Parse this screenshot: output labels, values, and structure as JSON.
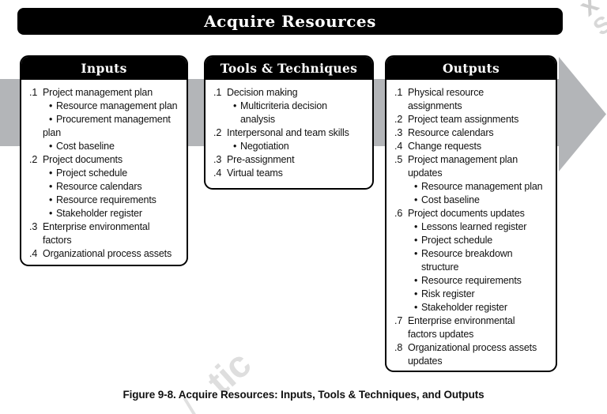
{
  "title": "Acquire Resources",
  "caption": "Figure 9-8. Acquire Resources: Inputs, Tools & Techniques, and Outputs",
  "colors": {
    "arrow_gray": "#b3b5b8",
    "box_border": "#000000",
    "header_bg": "#000000",
    "header_text": "#ffffff",
    "body_text": "#111111",
    "watermark": "#dcdcdc"
  },
  "watermarks": [
    {
      "text": "tic"
    },
    {
      "text": "/"
    },
    {
      "text": "x"
    },
    {
      "text": "S"
    }
  ],
  "columns": [
    {
      "header": "Inputs",
      "lines": [
        {
          "k": "n",
          "m": ".1",
          "t": "Project management plan"
        },
        {
          "k": "b",
          "m": "•",
          "t": "Resource management plan"
        },
        {
          "k": "b",
          "m": "•",
          "t": "Procurement management"
        },
        {
          "k": "cn",
          "t": "plan"
        },
        {
          "k": "b",
          "m": "•",
          "t": "Cost baseline"
        },
        {
          "k": "n",
          "m": ".2",
          "t": "Project documents"
        },
        {
          "k": "b",
          "m": "•",
          "t": "Project schedule"
        },
        {
          "k": "b",
          "m": "•",
          "t": "Resource calendars"
        },
        {
          "k": "b",
          "m": "•",
          "t": "Resource requirements"
        },
        {
          "k": "b",
          "m": "•",
          "t": "Stakeholder register"
        },
        {
          "k": "n",
          "m": ".3",
          "t": "Enterprise environmental"
        },
        {
          "k": "cn",
          "t": "factors"
        },
        {
          "k": "n",
          "m": ".4",
          "t": "Organizational process assets"
        }
      ]
    },
    {
      "header": "Tools & Techniques",
      "lines": [
        {
          "k": "n",
          "m": ".1",
          "t": "Decision making"
        },
        {
          "k": "b",
          "m": "•",
          "t": "Multicriteria decision"
        },
        {
          "k": "cb",
          "t": "analysis"
        },
        {
          "k": "n",
          "m": ".2",
          "t": "Interpersonal and team skills"
        },
        {
          "k": "b",
          "m": "•",
          "t": "Negotiation"
        },
        {
          "k": "n",
          "m": ".3",
          "t": "Pre-assignment"
        },
        {
          "k": "n",
          "m": ".4",
          "t": "Virtual teams"
        }
      ]
    },
    {
      "header": "Outputs",
      "lines": [
        {
          "k": "n",
          "m": ".1",
          "t": "Physical resource"
        },
        {
          "k": "cn",
          "t": "assignments"
        },
        {
          "k": "n",
          "m": ".2",
          "t": "Project team assignments"
        },
        {
          "k": "n",
          "m": ".3",
          "t": "Resource calendars"
        },
        {
          "k": "n",
          "m": ".4",
          "t": "Change requests"
        },
        {
          "k": "n",
          "m": ".5",
          "t": "Project management plan"
        },
        {
          "k": "cn",
          "t": "updates"
        },
        {
          "k": "b",
          "m": "•",
          "t": "Resource management plan"
        },
        {
          "k": "b",
          "m": "•",
          "t": "Cost baseline"
        },
        {
          "k": "n",
          "m": ".6",
          "t": "Project documents updates"
        },
        {
          "k": "b",
          "m": "•",
          "t": "Lessons learned register"
        },
        {
          "k": "b",
          "m": "•",
          "t": "Project schedule"
        },
        {
          "k": "b",
          "m": "•",
          "t": "Resource breakdown"
        },
        {
          "k": "cb",
          "t": "structure"
        },
        {
          "k": "b",
          "m": "•",
          "t": "Resource requirements"
        },
        {
          "k": "b",
          "m": "•",
          "t": "Risk register"
        },
        {
          "k": "b",
          "m": "•",
          "t": "Stakeholder register"
        },
        {
          "k": "n",
          "m": ".7",
          "t": "Enterprise environmental"
        },
        {
          "k": "cn",
          "t": "factors updates"
        },
        {
          "k": "n",
          "m": ".8",
          "t": "Organizational process assets"
        },
        {
          "k": "cn",
          "t": "updates"
        }
      ]
    }
  ]
}
